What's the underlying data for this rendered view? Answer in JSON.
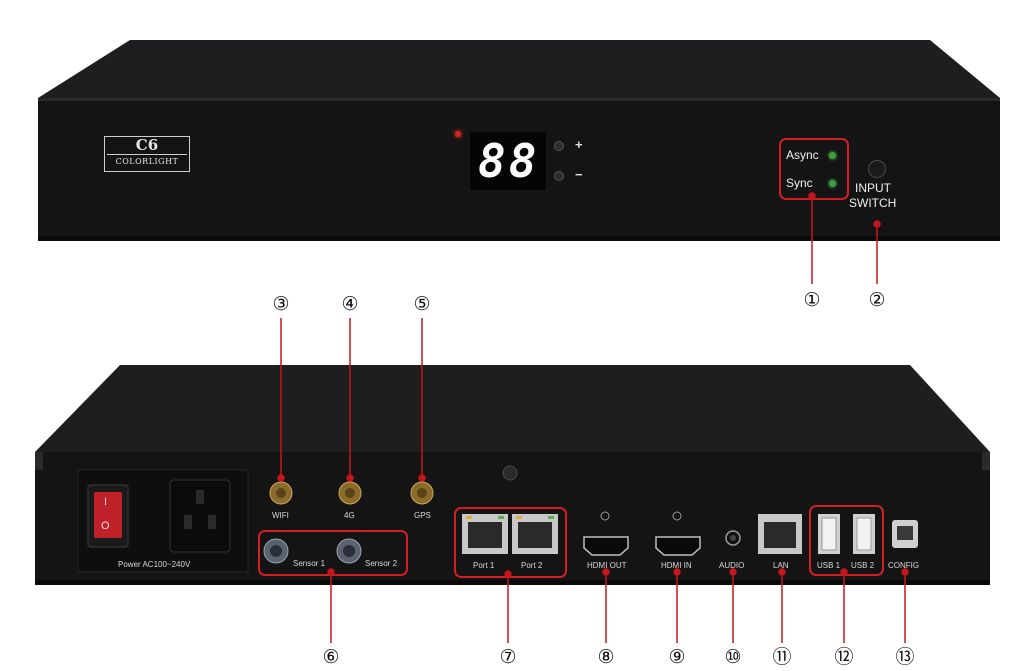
{
  "front": {
    "logo_model": "C6",
    "logo_brand": "COLORLIGHT",
    "display_digits": "88",
    "plus_label": "+",
    "minus_label": "−",
    "async_label": "Async",
    "sync_label": "Sync",
    "input_switch_line1": "INPUT",
    "input_switch_line2": "SWITCH",
    "led_color": "#3a9e3a",
    "power_led_color": "#d9221e"
  },
  "back": {
    "power_label": "Power AC100~240V",
    "switch_on_mark": "I",
    "switch_off_mark": "O",
    "wifi_label": "WIFI",
    "lte_label": "4G",
    "gps_label": "GPS",
    "sensor1_label": "Sensor 1",
    "sensor2_label": "Sensor 2",
    "port1_label": "Port 1",
    "port2_label": "Port 2",
    "hdmi_out_label": "HDMI OUT",
    "hdmi_in_label": "HDMI IN",
    "audio_label": "AUDIO",
    "lan_label": "LAN",
    "usb1_label": "USB 1",
    "usb2_label": "USB 2",
    "config_label": "CONFIG"
  },
  "callouts": {
    "c1": "①",
    "c2": "②",
    "c3": "③",
    "c4": "④",
    "c5": "⑤",
    "c6": "⑥",
    "c7": "⑦",
    "c8": "⑧",
    "c9": "⑨",
    "c10": "⑩",
    "c11": "⑪",
    "c12": "⑫",
    "c13": "⑬"
  },
  "highlight_color": "#d21e24"
}
